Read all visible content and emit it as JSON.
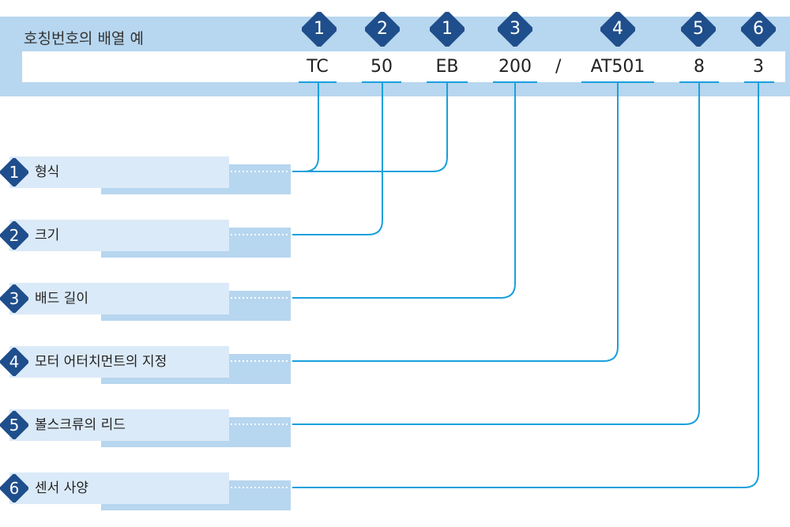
{
  "header": {
    "title": "호칭번호의 배열 예",
    "parts": [
      {
        "num": "1",
        "code": "TC"
      },
      {
        "num": "2",
        "code": "50"
      },
      {
        "num": "1",
        "code": "EB"
      },
      {
        "num": "3",
        "code": "200"
      },
      {
        "num": "4",
        "code": "AT501"
      },
      {
        "num": "5",
        "code": "8"
      },
      {
        "num": "6",
        "code": "3"
      }
    ],
    "separator": "/"
  },
  "legend": [
    {
      "num": "1",
      "label": "형식"
    },
    {
      "num": "2",
      "label": "크기"
    },
    {
      "num": "3",
      "label": "배드 길이"
    },
    {
      "num": "4",
      "label": "모터 어터치먼트의 지정"
    },
    {
      "num": "5",
      "label": "볼스크류의 리드"
    },
    {
      "num": "6",
      "label": "센서 사양"
    }
  ],
  "colors": {
    "band": "#b7d6ef",
    "row": "#dbeaf8",
    "badge": "#1f4e8c",
    "line": "#1aa0dc"
  }
}
